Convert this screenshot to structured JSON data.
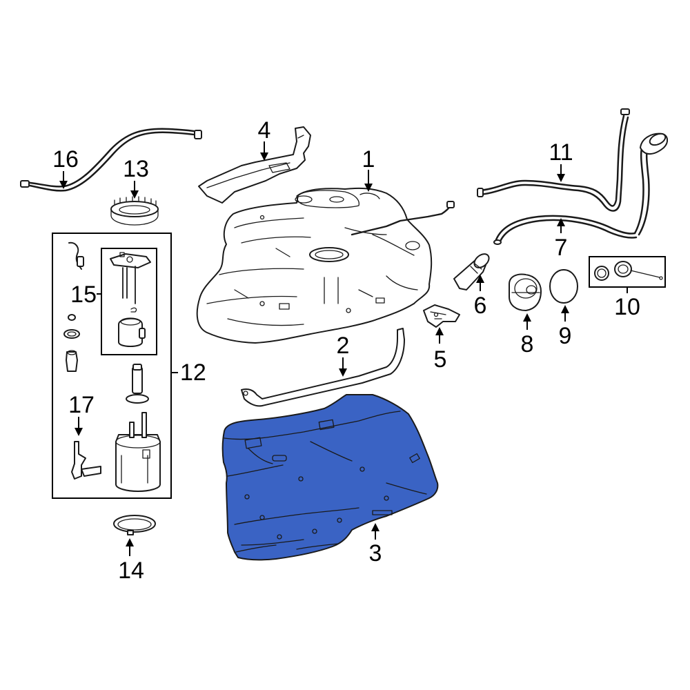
{
  "diagram": {
    "highlight_color": "#3a63c4",
    "callouts": {
      "c1": "1",
      "c2": "2",
      "c3": "3",
      "c4": "4",
      "c5": "5",
      "c6": "6",
      "c7": "7",
      "c8": "8",
      "c9": "9",
      "c10": "10",
      "c11": "11",
      "c12": "12",
      "c13": "13",
      "c14": "14",
      "c15": "15",
      "c16": "16",
      "c17": "17"
    }
  }
}
